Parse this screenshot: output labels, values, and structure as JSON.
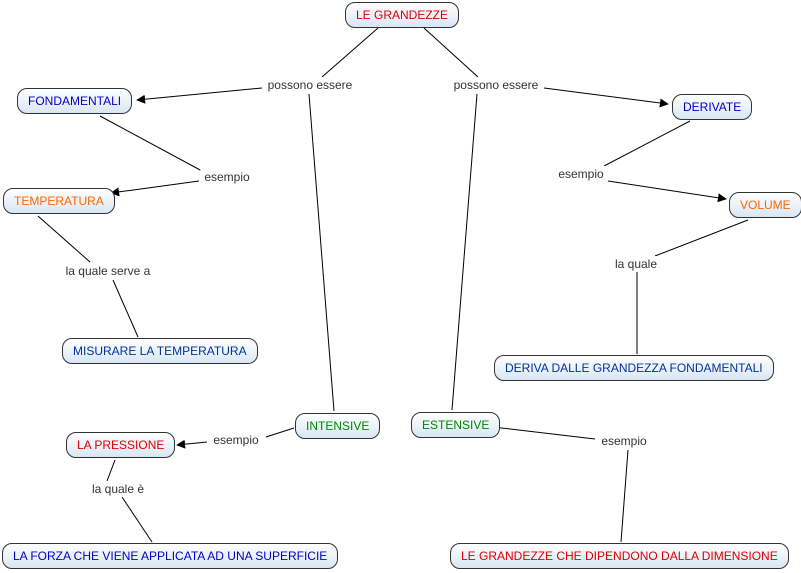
{
  "title": "LE GRANDEZZE",
  "colors": {
    "line": "#000000",
    "node_border": "#333333",
    "node_bg_top": "#ffffff",
    "node_bg_bottom": "#d9e6f5",
    "label_text": "#333333"
  },
  "nodes": [
    {
      "id": "le-grandezze",
      "label": "LE GRANDEZZE",
      "color": "#dd0000"
    },
    {
      "id": "fondamentali",
      "label": "FONDAMENTALI",
      "color": "#0000cc"
    },
    {
      "id": "derivate",
      "label": "DERIVATE",
      "color": "#0000cc"
    },
    {
      "id": "temperatura",
      "label": "TEMPERATURA",
      "color": "#ff6600"
    },
    {
      "id": "volume",
      "label": "VOLUME",
      "color": "#ff6600"
    },
    {
      "id": "misurare-la-temperatura",
      "label": "MISURARE LA TEMPERATURA",
      "color": "#003399"
    },
    {
      "id": "deriva-dalle-grandezza-fondamentali",
      "label": "DERIVA DALLE GRANDEZZA FONDAMENTALI",
      "color": "#003399"
    },
    {
      "id": "intensive",
      "label": "INTENSIVE",
      "color": "#008800"
    },
    {
      "id": "estensive",
      "label": "ESTENSIVE",
      "color": "#008800"
    },
    {
      "id": "la-pressione",
      "label": "LA PRESSIONE",
      "color": "#dd0000"
    },
    {
      "id": "la-forza",
      "label": "LA FORZA CHE VIENE APPLICATA AD UNA SUPERFICIE",
      "color": "#0000cc"
    },
    {
      "id": "dipendono-dimensione",
      "label": "LE GRANDEZZE CHE DIPENDONO DALLA DIMENSIONE",
      "color": "#dd0000"
    }
  ],
  "link_labels": [
    {
      "id": "possono-essere-left",
      "label": "possono essere"
    },
    {
      "id": "possono-essere-right",
      "label": "possono essere"
    },
    {
      "id": "esempio-fondamentali",
      "label": "esempio"
    },
    {
      "id": "esempio-derivate",
      "label": "esempio"
    },
    {
      "id": "la-quale-serve-a",
      "label": "la quale serve a"
    },
    {
      "id": "la-quale",
      "label": "la quale"
    },
    {
      "id": "esempio-intensive",
      "label": "esempio"
    },
    {
      "id": "esempio-estensive",
      "label": "esempio"
    },
    {
      "id": "la-quale-e",
      "label": "la quale è"
    }
  ]
}
